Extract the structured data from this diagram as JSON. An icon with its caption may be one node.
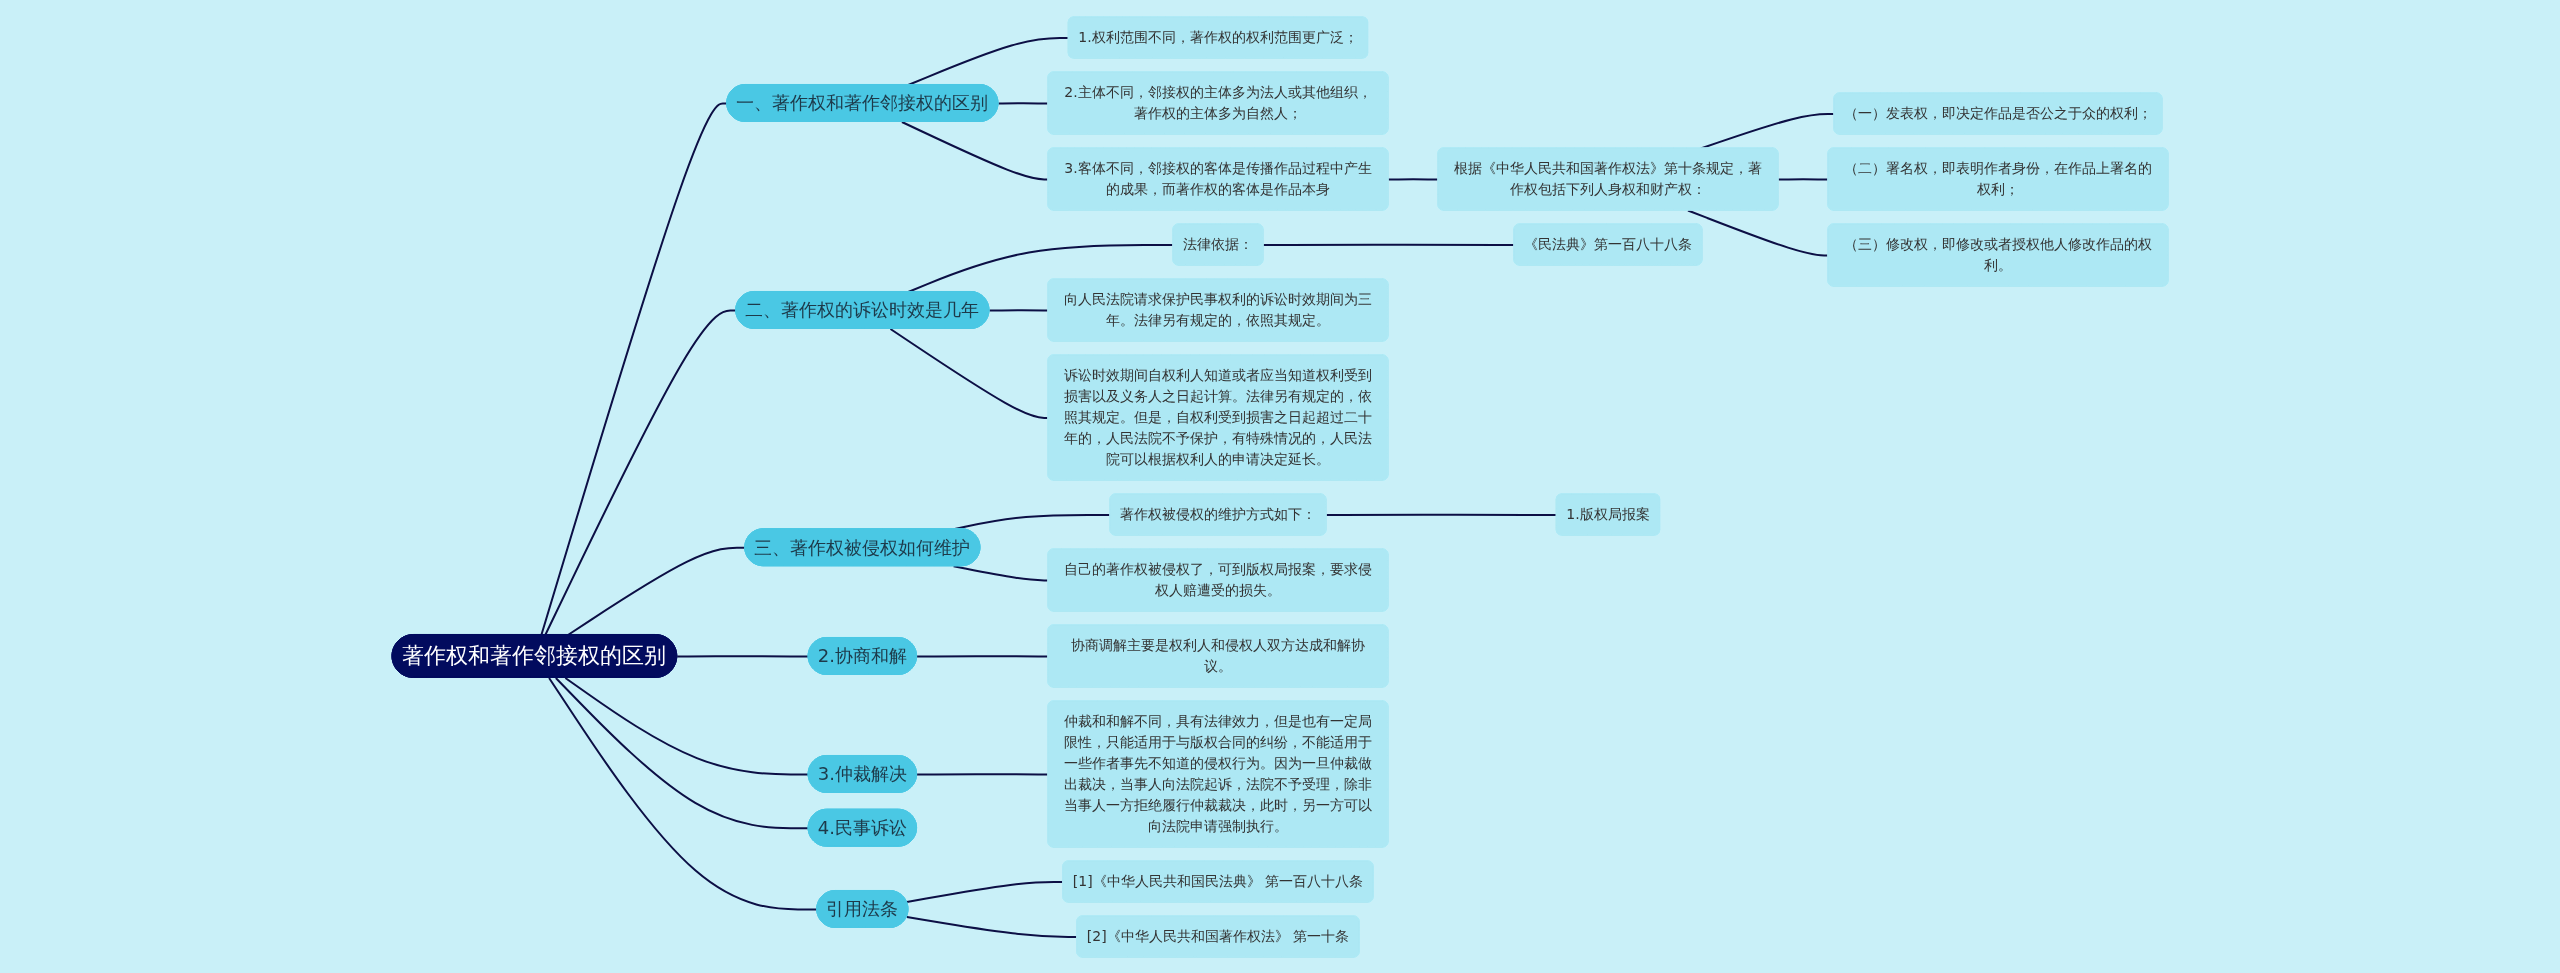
{
  "diagram": {
    "nodes": [
      {
        "text": [
          "著作权和著作邻接权的区别"
        ]
      },
      {
        "text": [
          "一、著作权和著作邻接权的区别"
        ]
      },
      {
        "text": [
          "1.权利范围不同，著作权的权利范围更广泛；"
        ]
      },
      {
        "text": [
          "2.主体不同，邻接权的主体多为法人或其他组织，著作权的主体多为自然人；"
        ]
      },
      {
        "text": [
          "3.客体不同，邻接权的客体是传播作品过程中产生的成果，而著作权的客体是作品本身"
        ]
      },
      {
        "text": [
          "根据《中华人民共和国著作权法》第十条规定，著作权包括下列人身权和财产权："
        ]
      },
      {
        "text": [
          "（一）发表权，即决定作品是否公之于众的权利；"
        ]
      },
      {
        "text": [
          "（二）署名权，即表明作者身份，在作品上署名的权利；"
        ]
      },
      {
        "text": [
          "（三）修改权，即修改或者授权他人修改作品的权利。"
        ]
      },
      {
        "text": [
          "二、著作权的诉讼时效是几年"
        ]
      },
      {
        "text": [
          "法律依据："
        ]
      },
      {
        "text": [
          "《民法典》第一百八十八条"
        ]
      },
      {
        "text": [
          "向人民法院请求保护民事权利的诉讼时效期间为三年。法律另有规定的，依照其规定。"
        ]
      },
      {
        "text": [
          "诉讼时效期间自权利人知道或者应当知道权利受到损害以及义务人之日起计算。法律另有规定的，依照其规定。但是，自权利受到损害之日起超过二十年的，人民法院不予保护，有特殊情况的，人民法院可以根据权利人的申请决定延长。"
        ]
      },
      {
        "text": [
          "三、著作权被侵权如何维护"
        ]
      },
      {
        "text": [
          "著作权被侵权的维护方式如下："
        ]
      },
      {
        "text": [
          "1.版权局报案"
        ]
      },
      {
        "text": [
          "自己的著作权被侵权了，可到版权局报案，要求侵权人赔遭受的损失。"
        ]
      },
      {
        "text": [
          "2.协商和解"
        ]
      },
      {
        "text": [
          "协商调解主要是权利人和侵权人双方达成和解协议。"
        ]
      },
      {
        "text": [
          "3.仲裁解决"
        ]
      },
      {
        "text": [
          "仲裁和和解不同，具有法律效力，但是也有一定局限性，只能适用于与版权合同的纠纷，不能适用于一些作者事先不知道的侵权行为。因为一旦仲裁做出裁决，当事人向法院起诉，法院不予受理，除非当事人一方拒绝履行仲裁裁决，此时，另一方可以向法院申请强制执行。"
        ]
      },
      {
        "text": [
          "4.民事诉讼"
        ]
      },
      {
        "text": [
          "引用法条"
        ]
      },
      {
        "text": [
          "[1]《中华人民共和国民法典》 第一百八十八条"
        ]
      },
      {
        "text": [
          "[2]《中华人民共和国著作权法》 第一十条"
        ]
      }
    ],
    "edges": [
      {
        "from": 0,
        "to": 1,
        "arrow": "none"
      },
      {
        "from": 1,
        "to": 2,
        "arrow": "none"
      },
      {
        "from": 1,
        "to": 3,
        "arrow": "none"
      },
      {
        "from": 1,
        "to": 4,
        "arrow": "none"
      },
      {
        "from": 4,
        "to": 5,
        "arrow": "none"
      },
      {
        "from": 5,
        "to": 6,
        "arrow": "none"
      },
      {
        "from": 5,
        "to": 7,
        "arrow": "none"
      },
      {
        "from": 5,
        "to": 8,
        "arrow": "none"
      },
      {
        "from": 0,
        "to": 9,
        "arrow": "none"
      },
      {
        "from": 9,
        "to": 10,
        "arrow": "none"
      },
      {
        "from": 10,
        "to": 11,
        "arrow": "none"
      },
      {
        "from": 9,
        "to": 12,
        "arrow": "none"
      },
      {
        "from": 9,
        "to": 13,
        "arrow": "none"
      },
      {
        "from": 0,
        "to": 14,
        "arrow": "none"
      },
      {
        "from": 14,
        "to": 15,
        "arrow": "none"
      },
      {
        "from": 15,
        "to": 16,
        "arrow": "none"
      },
      {
        "from": 14,
        "to": 17,
        "arrow": "none"
      },
      {
        "from": 0,
        "to": 18,
        "arrow": "none"
      },
      {
        "from": 18,
        "to": 19,
        "arrow": "none"
      },
      {
        "from": 0,
        "to": 20,
        "arrow": "none"
      },
      {
        "from": 20,
        "to": 21,
        "arrow": "none"
      },
      {
        "from": 0,
        "to": 22,
        "arrow": "none"
      },
      {
        "from": 0,
        "to": 23,
        "arrow": "none"
      },
      {
        "from": 23,
        "to": 24,
        "arrow": "none"
      },
      {
        "from": 23,
        "to": 25,
        "arrow": "none"
      }
    ]
  }
}
